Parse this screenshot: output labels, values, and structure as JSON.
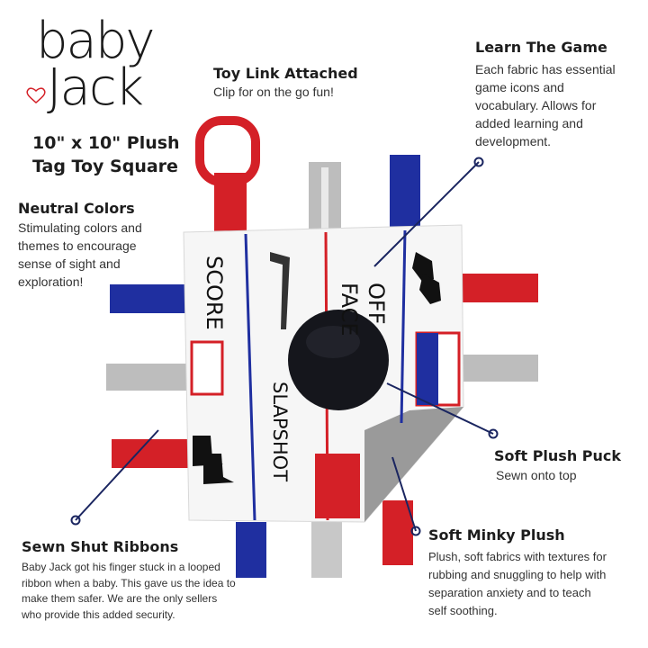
{
  "logo": {
    "line1": "baby",
    "line2": "Jack"
  },
  "product": {
    "line1": "10\" x 10\"  Plush",
    "line2": "Tag Toy Square"
  },
  "features": [
    {
      "title": "Toy Link Attached",
      "desc": "Clip for on the go fun!"
    },
    {
      "title": "Learn The Game",
      "desc": "Each fabric has essential game icons and vocabulary. Allows for added learning and development."
    },
    {
      "title": "Neutral Colors",
      "desc": "Stimulating colors and themes to encourage sense of sight and exploration!"
    },
    {
      "title": "Soft Plush Puck",
      "desc": "Sewn onto top"
    },
    {
      "title": "Soft Minky Plush",
      "desc": "Plush, soft fabrics with textures for rubbing and snuggling to help with separation anxiety and to teach self soothing."
    },
    {
      "title": "Sewn Shut Ribbons",
      "desc": "Baby Jack got  his finger stuck in a looped ribbon when a baby. This gave us the idea to make them safer.  We are the only sellers who provide this added security."
    }
  ],
  "toy_text": {
    "score": "SCORE",
    "slapshot": "SLAPSHOT",
    "face": "FACE",
    "off": "OFF"
  },
  "colors": {
    "red": "#d42027",
    "blue": "#1f2fa0",
    "gray": "#b9b9b9",
    "navy": "#1a2560",
    "puck": "#15161c"
  }
}
